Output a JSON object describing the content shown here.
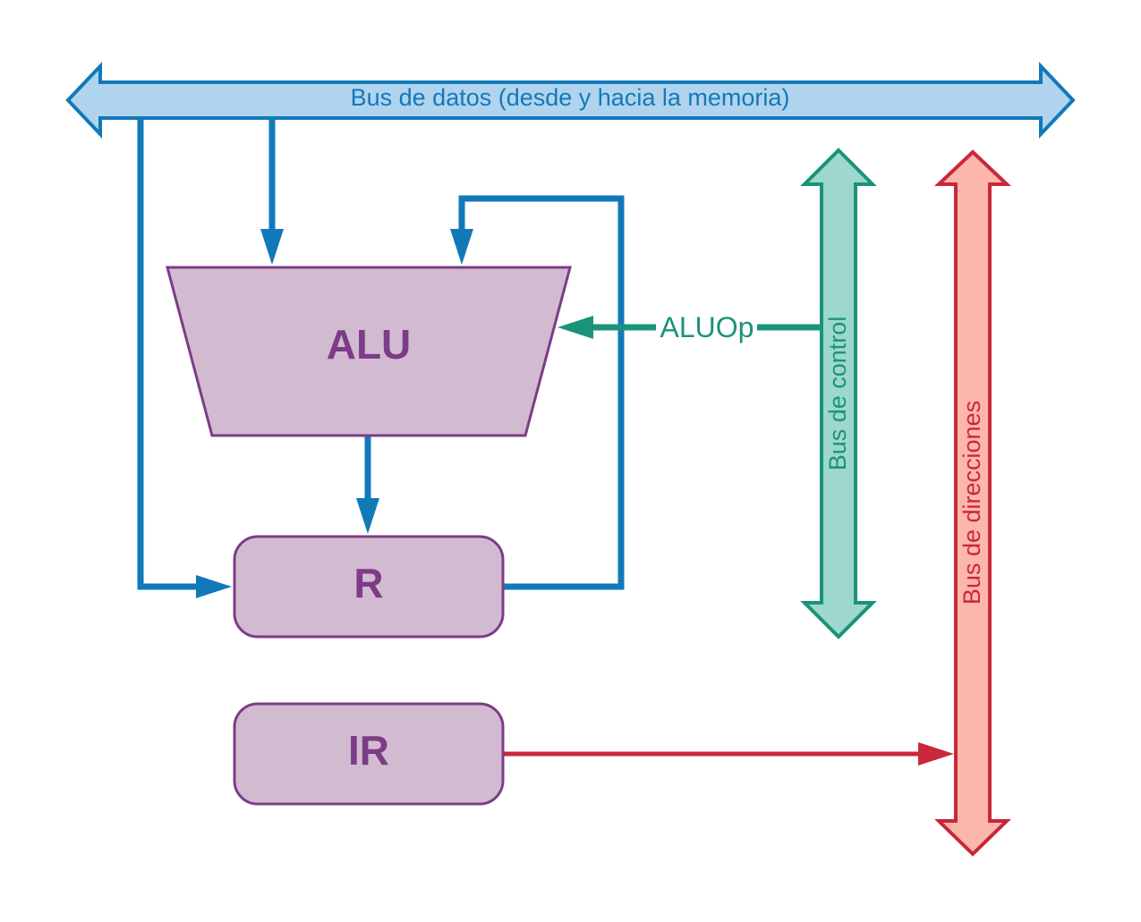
{
  "buses": {
    "data": {
      "label": "Bus de datos (desde y hacia la memoria)"
    },
    "control": {
      "label": "Bus de control"
    },
    "address": {
      "label": "Bus de direcciones"
    }
  },
  "blocks": {
    "alu": {
      "label": "ALU"
    },
    "r": {
      "label": "R"
    },
    "ir": {
      "label": "IR"
    }
  },
  "signals": {
    "aluop": {
      "label": "ALUOp"
    }
  },
  "colors": {
    "data_stroke": "#1279b9",
    "data_fill": "#b0d3ee",
    "control_stroke": "#1a9478",
    "control_fill": "#9dd7cd",
    "address_stroke": "#c8283a",
    "address_fill": "#fdb6ab",
    "block_stroke": "#7d3c87",
    "block_fill": "#d2bbd1",
    "block_text": "#7d3c87"
  }
}
